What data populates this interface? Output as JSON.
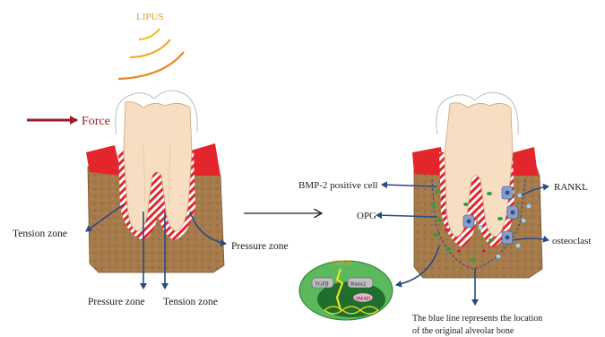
{
  "lipus": {
    "label": "LIPUS"
  },
  "force": {
    "label": "Force"
  },
  "left_tooth": {
    "labels": {
      "tension_left": "Tension zone",
      "pressure_right": "Pressure zone",
      "pressure_bottom": "Pressure zone",
      "tension_bottom": "Tension zone"
    }
  },
  "right_tooth": {
    "labels": {
      "bmp2": "BMP-2 positive cell",
      "opg": "OPG",
      "rankl": "RANKL",
      "osteoclast": "osteoclast"
    },
    "caption": {
      "line1": "The blue line represents the location",
      "line2": "of the original alveolar bone"
    }
  },
  "inset": {
    "lipus": "LIPUS",
    "tgf": "TGFβ",
    "runx2": "Runx2",
    "smad": "SMAD"
  },
  "colors": {
    "tooth": "#f7ddc1",
    "enamel": "#ffffff",
    "gum": "#e3262b",
    "bone": "#a67b4b",
    "bone_dark": "#8a5e33",
    "arrow": "#2a4a86",
    "force_arrow": "#9b1c24",
    "inset_fill": "#5cb85c",
    "inset_cell": "#2e7d32",
    "osteoclast": "#2f4f8f"
  }
}
